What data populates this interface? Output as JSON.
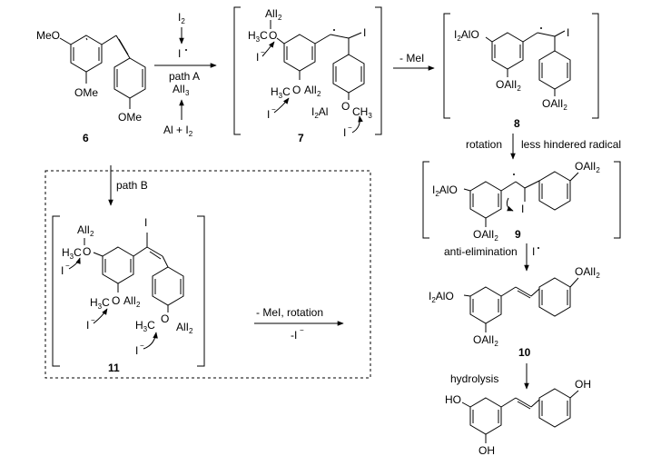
{
  "compounds": {
    "c6": "6",
    "c7": "7",
    "c8": "8",
    "c9": "9",
    "c10": "10",
    "c11": "11"
  },
  "reagents": {
    "i2_top": "I",
    "i2_top_sub": "2",
    "i_radical": "I",
    "path_a": "path A",
    "ali3": "AlI",
    "ali3_sub": "3",
    "al_i2": "Al + I",
    "al_i2_sub": "2",
    "mei": "- MeI",
    "rotation": "rotation",
    "less_hindered": "less hindered radical",
    "anti_elim": "anti-elimination",
    "i_radical2": "I",
    "path_b": "path B",
    "mei_rotation": "- MeI, rotation",
    "minus_i": "-I",
    "hydrolysis": "hydrolysis"
  },
  "groups": {
    "meo": "MeO",
    "ome": "OMe",
    "ali2": "AlI",
    "oali2": "OAlI",
    "i2alo": "I",
    "i2alo_rest": "AlO",
    "i2al": "I",
    "i2al_rest": "Al",
    "h3c": "H",
    "h3c_c": "C",
    "ch3": "CH",
    "sub2": "2",
    "sub3": "3",
    "iodide": "I",
    "iodo": "I",
    "ho": "HO",
    "oh": "OH",
    "o": "O"
  }
}
